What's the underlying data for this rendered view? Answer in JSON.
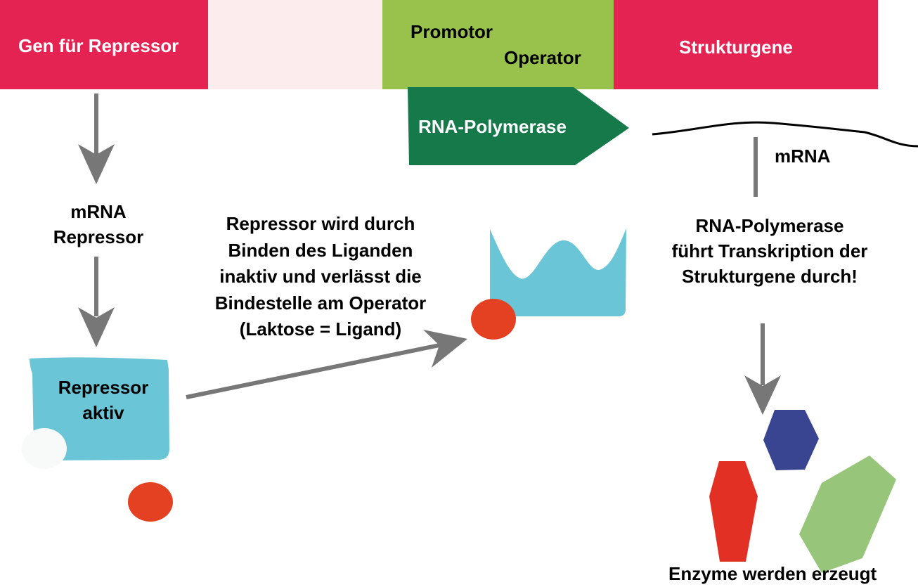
{
  "colors": {
    "gene_red": "#e52353",
    "spacer_pink": "#fdeced",
    "promoter_green": "#99c24d",
    "polymerase_green": "#15794a",
    "repressor_blue": "#6ac6d6",
    "ligand_orange": "#e44022",
    "arrow_gray": "#777777",
    "enzyme_blue": "#3a4592",
    "enzyme_red": "#e33024",
    "enzyme_green": "#97c67b"
  },
  "gene_bar": {
    "repressor_gene": "Gen für Repressor",
    "promotor": "Promotor",
    "operator": "Operator",
    "structural_genes": "Strukturgene"
  },
  "polymerase_label": "RNA-Polymerase",
  "mrna_label": "mRNA",
  "left_column": {
    "mrna_line1": "mRNA",
    "mrna_line2": "Repressor",
    "repressor_line1": "Repressor",
    "repressor_line2": "aktiv"
  },
  "ligand_text": [
    "Repressor wird durch",
    "Binden des Liganden",
    "inaktiv und verlässt die",
    "Bindestelle am Operator",
    "(Laktose = Ligand)"
  ],
  "transcription_text": [
    "RNA-Polymerase",
    "führt Transkription der",
    "Strukturgene durch!"
  ],
  "enzymes_label": "Enzyme werden erzeugt"
}
